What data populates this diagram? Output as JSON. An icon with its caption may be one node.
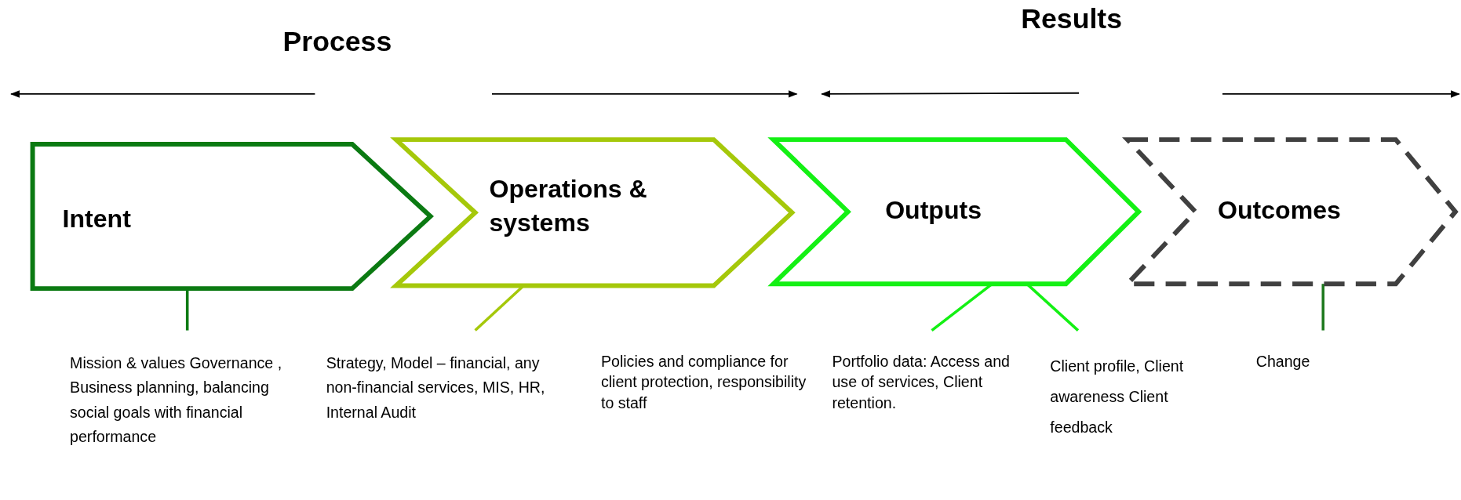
{
  "diagram": {
    "nodes": [
      {
        "text": [
          "Intent"
        ]
      },
      {
        "text": [
          "Operations & systems"
        ]
      },
      {
        "text": [
          "Outputs"
        ]
      },
      {
        "text": [
          "Outcomes"
        ]
      },
      {
        "text": [
          "Mission & values Governance , Business planning, balancing social goals with financial performance"
        ]
      },
      {
        "text": [
          "Strategy, Model – financial, any non-financial services, MIS, HR, Internal Audit"
        ]
      },
      {
        "text": [
          "Portfolio data: Access and use of services, Client retention."
        ]
      },
      {
        "text": [
          "Client profile, Client awareness Client feedback"
        ]
      },
      {
        "text": [
          "Change"
        ]
      }
    ],
    "edges": [
      {
        "from": 4,
        "to": 0,
        "arrow": "none",
        "color": "#0b7a12"
      },
      {
        "from": 5,
        "to": 1,
        "arrow": "none",
        "color": "#a5c80a"
      },
      {
        "from": 6,
        "to": 2,
        "arrow": "none",
        "color": "#14f014"
      },
      {
        "from": 7,
        "to": 2,
        "arrow": "none",
        "color": "#14f014"
      },
      {
        "from": 8,
        "to": 3,
        "arrow": "none",
        "color": "#1f7a1f"
      }
    ],
    "labels": [
      "Process",
      "Results",
      "Policies and compliance for client protection, responsibility to staff"
    ]
  }
}
